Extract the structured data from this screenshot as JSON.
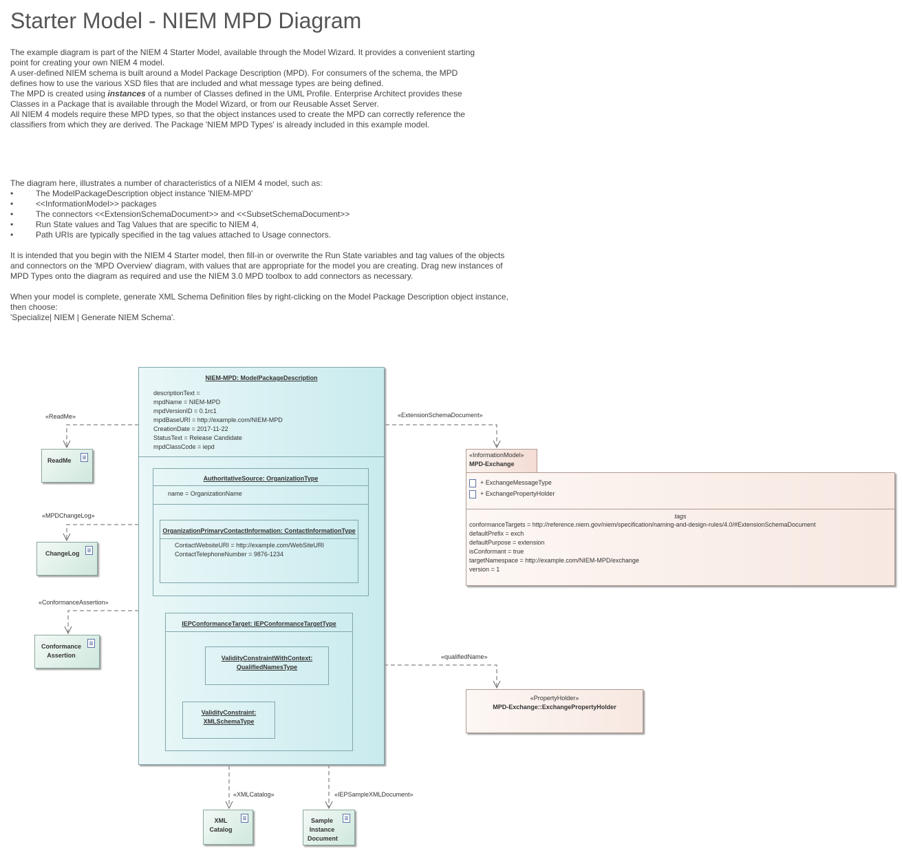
{
  "title": "Starter Model - NIEM MPD Diagram",
  "intro_lines": [
    "The example diagram is part of the NIEM 4 Starter Model, available through the Model Wizard.  It provides a convenient starting",
    "point for creating your own NIEM 4 model.",
    "A user-defined NIEM schema is built around a Model Package Description (MPD).  For consumers of the schema, the MPD",
    "defines how to use the various XSD files that are included and what message types are being defined."
  ],
  "mpd_line_pre": "The MPD is created using ",
  "mpd_line_em": "instances",
  "mpd_line_post": " of a number of Classes defined in the UML Profile. Enterprise Architect provides these",
  "intro_lines2": [
    "Classes in a Package that is available through the Model Wizard, or from our Reusable Asset Server.",
    "All NIEM 4 models require these MPD types, so that the object instances used to create the MPD can correctly reference the",
    "classifiers from which they are derived.  The Package 'NIEM MPD Types' is already included in this example model."
  ],
  "characteristics_intro": "The diagram here, illustrates a number of characteristics of a NIEM 4 model, such as:",
  "bullet_char": "•",
  "bullets": [
    "The ModelPackageDescription object instance 'NIEM-MPD'",
    "<<InformationModel>> packages",
    "The connectors <<ExtensionSchemaDocument>> and <<SubsetSchemaDocument>>",
    "Run State values and Tag Values that are specific to NIEM 4,",
    "Path URIs are typically specified in the tag values attached to Usage connectors."
  ],
  "intended_lines": [
    "It is intended that you begin with the NIEM 4 Starter model, then fill-in or overwrite the Run State variables and tag values of the objects",
    "and connectors on the 'MPD Overview' diagram, with values that are appropriate for the model you are creating.  Drag new instances of",
    "MPD Types onto the diagram as required and use the NIEM 3.0 MPD toolbox to add connectors as necessary."
  ],
  "complete_lines": [
    "When your model is complete, generate XML Schema Definition files by right-clicking on the Model Package Description object instance,",
    "then choose:",
    "'Specialize| NIEM | Generate NIEM Schema'."
  ],
  "diagram": {
    "mpd": {
      "header": "NIEM-MPD: ModelPackageDescription",
      "attributes": [
        "descriptionText =",
        "mpdName = NIEM-MPD",
        "mpdVersionID = 0.1rc1",
        "mpdBaseURI = http://example.com/NIEM-MPD",
        "CreationDate = 2017-11-22",
        "StatusText = Release Candidate",
        "mpdClassCode = iepd"
      ]
    },
    "authoritative": {
      "header": "AuthoritativeSource: OrganizationType",
      "attribute": "name = OrganizationName"
    },
    "contact": {
      "header": "OrganizationPrimaryContactInformation: ContactInformationType",
      "attributes": [
        "ContactWebsiteURI = http://example.com/WebSiteURI",
        "ContactTelephoneNumber = 9876-1234"
      ]
    },
    "iep": {
      "header": "IEPConformanceTarget: IEPConformanceTargetType"
    },
    "vcc": {
      "line1": "ValidityConstraintWithContext:",
      "line2": "QualifiedNamesType"
    },
    "vc": {
      "line1": "ValidityConstraint:",
      "line2": "XMLSchemaType"
    },
    "docs": {
      "readme": {
        "label": "ReadMe",
        "stereotype": "«ReadMe»"
      },
      "changelog": {
        "label": "ChangeLog",
        "stereotype": "«MPDChangeLog»"
      },
      "conformance": {
        "line1": "Conformance",
        "line2": "Assertion",
        "stereotype": "«ConformanceAssertion»"
      },
      "xmlcatalog": {
        "line1": "XML",
        "line2": "Catalog",
        "stereotype": "«XMLCatalog»"
      },
      "sample": {
        "line1": "Sample",
        "line2": "Instance",
        "line3": "Document",
        "stereotype": "«IEPSampleXMLDocument»"
      }
    },
    "exchange": {
      "stereotype": "«InformationModel»",
      "name": "MPD-Exchange",
      "connector_label": "«ExtensionSchemaDocument»",
      "classes": [
        "+ ExchangeMessageType",
        "+ ExchangePropertyHolder"
      ],
      "tags_label": "tags",
      "tags": [
        "conformanceTargets = http://reference.niem.gov/niem/specification/naming-and-design-rules/4.0/#ExtensionSchemaDocument",
        "defaultPrefix = exch",
        "defaultPurpose = extension",
        "isConformant = true",
        "targetNamespace = http://example.com/NIEM-MPD/exchange",
        "version = 1"
      ]
    },
    "property_holder": {
      "stereotype": "«PropertyHolder»",
      "name": "MPD-Exchange::ExchangePropertyHolder",
      "connector_label": "«qualifiedName»"
    }
  }
}
